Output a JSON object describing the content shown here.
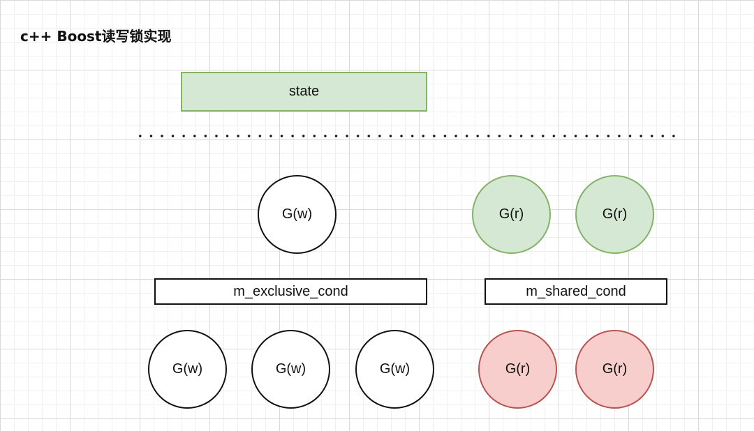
{
  "title": "c++ Boost读写锁实现",
  "state_box": {
    "label": "state"
  },
  "exclusive_cond": {
    "label": "m_exclusive_cond"
  },
  "shared_cond": {
    "label": "m_shared_cond"
  },
  "active": {
    "writer": {
      "label": "G(w)"
    },
    "readers": [
      {
        "label": "G(r)"
      },
      {
        "label": "G(r)"
      }
    ]
  },
  "waiting": {
    "writers": [
      {
        "label": "G(w)"
      },
      {
        "label": "G(w)"
      },
      {
        "label": "G(w)"
      }
    ],
    "readers": [
      {
        "label": "G(r)"
      },
      {
        "label": "G(r)"
      }
    ]
  },
  "colors": {
    "state_fill": "#d5e8d4",
    "state_border": "#82b366",
    "reader_active_fill": "#d5e8d4",
    "reader_waiting_fill": "#f8cecc",
    "reader_waiting_border": "#b85450",
    "writer_fill": "#ffffff",
    "outline": "#111111"
  }
}
